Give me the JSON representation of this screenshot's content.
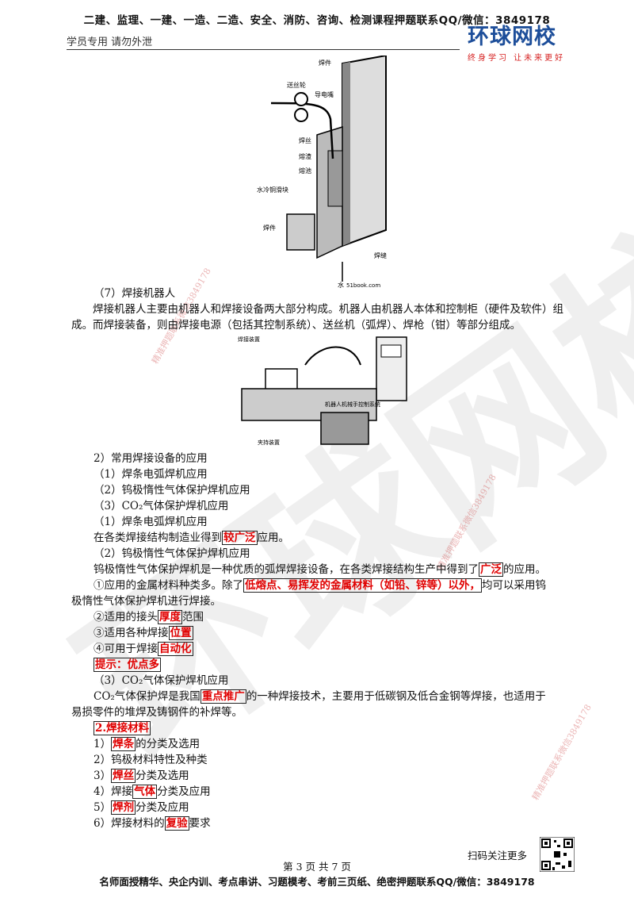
{
  "header": {
    "top_banner": "二建、监理、一建、一造、二造、安全、消防、咨询、检测课程押题联系QQ/微信：3849178",
    "left_note": "学员专用 请勿外泄",
    "logo_main": "环球网校",
    "logo_sub": "终身学习 让未来更好"
  },
  "figure1": {
    "labels": [
      "焊件",
      "送丝轮",
      "导电嘴",
      "焊丝",
      "熔渣",
      "熔池",
      "水冷铜滑块",
      "焊件",
      "焊缝",
      "水",
      "51book.com"
    ]
  },
  "figure2": {
    "labels": [
      "焊接装置",
      "机器人机械手控制系统",
      "夹持装置"
    ]
  },
  "body": {
    "l1": "（7）焊接机器人",
    "p1": "焊接机器人主要由机器人和焊接设备两大部分构成。机器人由机器人本体和控制柜（硬件及软件）组成。而焊接装备，则由焊接电源（包括其控制系统）、送丝机（弧焊）、焊枪（钳）等部分组成。",
    "l2": "2）常用焊接设备的应用",
    "l3": "（1）焊条电弧焊机应用",
    "l4": "（2）钨极惰性气体保护焊机应用",
    "l5": "（3）CO₂气体保护焊机应用",
    "l6": "（1）焊条电弧焊机应用",
    "l7a": "在各类焊接结构制造业得到",
    "l7h": "较广泛",
    "l7b": "应用。",
    "l8": "（2）钨极惰性气体保护焊机应用",
    "l9a": "钨极惰性气体保护焊机是一种优质的弧焊焊接设备，在各类焊接结构生产中得到了",
    "l9h": "广泛",
    "l9b": "的应用。",
    "l10a": "①应用的金属材料种类多。除了",
    "l10h": "低熔点、易挥发的金属材料（如铅、锌等）以外，",
    "l10b": "均可以采用钨",
    "l11": "极惰性气体保护焊机进行焊接。",
    "l12a": "②适用的接头",
    "l12h": "厚度",
    "l12b": "范围",
    "l13a": "③适用各种焊接",
    "l13h": "位置",
    "l14a": "④可用于焊接",
    "l14h": "自动化",
    "l15": "提示：优点多",
    "l16": "（3）CO₂气体保护焊机应用",
    "l17a": "CO₂气体保护焊是我国",
    "l17h": "重点推广",
    "l17b": "的一种焊接技术，主要用于低碳钢及低合金钢等焊接，也适用于",
    "l18": "易损零件的堆焊及铸钢件的补焊等。",
    "l19": "2.焊接材料",
    "l20a": "1）",
    "l20h": "焊条",
    "l20b": "的分类及选用",
    "l21": "2）钨极材料特性及种类",
    "l22a": "3）",
    "l22h": "焊丝",
    "l22b": "分类及选用",
    "l23a": "4）焊接",
    "l23h": "气体",
    "l23b": "分类及应用",
    "l24a": "5）",
    "l24h": "焊剂",
    "l24b": "分类及应用",
    "l25a": "6）焊接材料的",
    "l25h": "复验",
    "l25b": "要求"
  },
  "watermark": {
    "big": "环球网校",
    "small1": "精准押题联系微信3849178",
    "small2": "精准押题联系微信3849178",
    "small3": "精准押题联系微信3849178"
  },
  "footer": {
    "page": "第 3 页 共 7 页",
    "scan": "扫码关注更多",
    "bottom": "名师面授精华、央企内训、考点串讲、习题模考、考前三页纸、绝密押题联系QQ/微信：3849178"
  }
}
